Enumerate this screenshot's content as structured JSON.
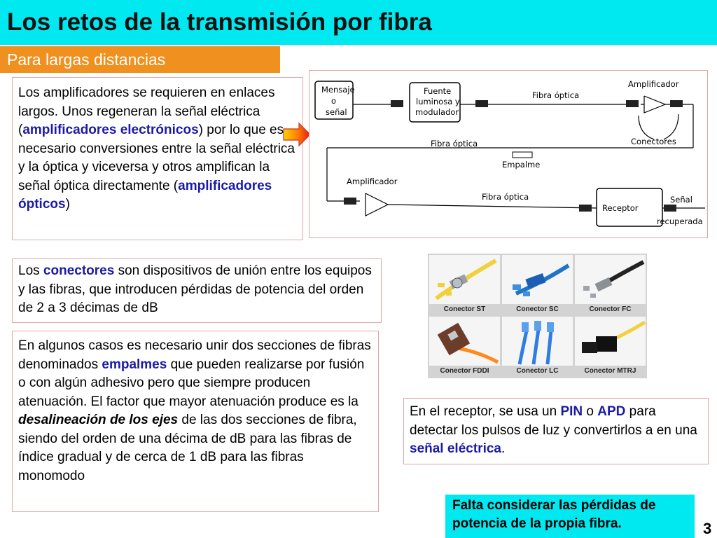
{
  "slide": {
    "title": "Los retos de la transmisión por fibra",
    "subtitle": "Para largas distancias",
    "page_number": "3"
  },
  "amplifiers_box": {
    "t1": "Los amplificadores se requieren en enlaces largos. Unos regeneran la señal eléctrica (",
    "k1": "amplificadores electrónicos",
    "t2": ") por lo que es necesario conversiones entre la señal eléctrica y la óptica y viceversa y otros amplifican la señal óptica directamente (",
    "k2": "amplificadores ópticos",
    "t3": ")"
  },
  "connectors_box": {
    "t1": "Los ",
    "k1": "conectores",
    "t2": " son dispositivos de unión entre los equipos y las fibras, que introducen pérdidas de potencia del orden de 2 a 3 décimas de dB"
  },
  "splices_box": {
    "t1": "En algunos casos es necesario unir dos secciones de fibras denominados ",
    "k1": "empalmes",
    "t2": " que pueden realizarse por fusión o con algún adhesivo pero que siempre producen atenuación. El factor que mayor atenuación produce es la ",
    "e1": "desalineación de los ejes",
    "t3": " de las dos secciones de fibra, siendo del orden de una décima de dB para las fibras de índice gradual y de cerca de 1 dB para las fibras monomodo"
  },
  "receiver_box": {
    "t1": "En el receptor, se usa un ",
    "k1": "PIN",
    "t2": " o ",
    "k2": "APD",
    "t3": " para detectar los pulsos de luz y convertirlos a en una ",
    "k3": "señal eléctrica",
    "t4": "."
  },
  "note": "Falta considerar las pérdidas de potencia de la propia fibra.",
  "diagram": {
    "message_l1": "Mensaje",
    "message_l2": "o",
    "message_l3": "señal",
    "source_l1": "Fuente",
    "source_l2": "luminosa y",
    "source_l3": "modulador",
    "fiber": "Fibra óptica",
    "amplifier": "Amplificador",
    "connectors": "Conectores",
    "splice": "Empalme",
    "receiver": "Receptor",
    "signal_l1": "Señal",
    "signal_l2": "recuperada"
  },
  "connector_types": [
    {
      "label": "Conector ST"
    },
    {
      "label": "Conector SC"
    },
    {
      "label": "Conector FC"
    },
    {
      "label": "Conector FDDI"
    },
    {
      "label": "Conector LC"
    },
    {
      "label": "Conector MTRJ"
    }
  ],
  "colors": {
    "title_bar": "#00e8f0",
    "subtitle_bar": "#f0901e",
    "keyword": "#1a1aa8",
    "box_border": "#e2a3a8"
  }
}
